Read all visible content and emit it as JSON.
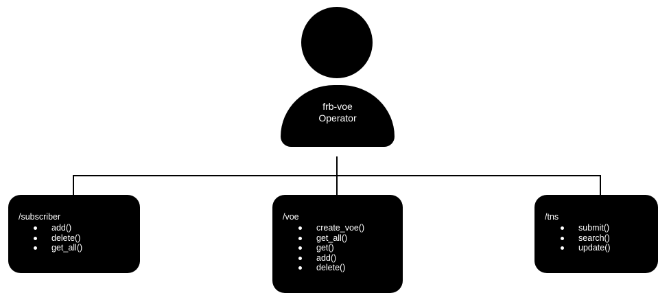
{
  "actor": {
    "line1": "frb-voe",
    "line2": "Operator"
  },
  "routes": [
    {
      "path": "/subscriber",
      "methods": [
        "add()",
        "delete()",
        "get_all()"
      ]
    },
    {
      "path": "/voe",
      "methods": [
        "create_voe()",
        "get_all()",
        "get()",
        "add()",
        "delete()"
      ]
    },
    {
      "path": "/tns",
      "methods": [
        "submit()",
        "search()",
        "update()"
      ]
    }
  ],
  "colors": {
    "fill": "#000000",
    "text": "#ffffff",
    "background": "#ffffff"
  }
}
